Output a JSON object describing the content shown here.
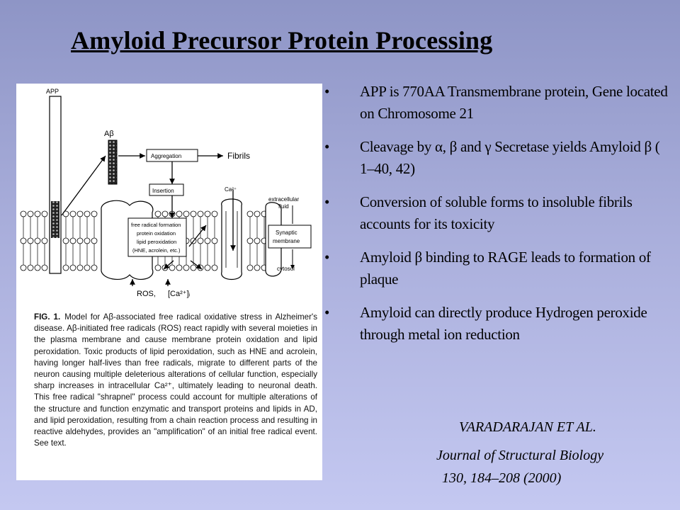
{
  "slide": {
    "title": "Amyloid Precursor Protein Processing",
    "bullets": [
      "APP is 770AA Transmembrane protein, Gene located on Chromosome 21",
      "Cleavage by  α,  β and γ Secretase yields Amyloid β  ( 1–40, 42)",
      "Conversion of soluble forms to insoluble fibrils accounts for its toxicity",
      "Amyloid β binding to RAGE leads to formation of plaque",
      "Amyloid can directly produce Hydrogen peroxide through metal ion reduction"
    ],
    "bullet_glyph": "•",
    "citation": {
      "authors": "VARADARAJAN ET AL.",
      "journal": "Journal of Structural Biology",
      "volume": "130, 184–208 (2000)"
    }
  },
  "figure": {
    "labels": {
      "app": "APP",
      "abeta": "Aβ",
      "aggregation": "Aggregation",
      "fibrils": "Fibrils",
      "insertion": "Insertion",
      "ca": "Ca²⁺",
      "extracellular": "extracellular",
      "fluid": "fluid",
      "synaptic": "Synaptic",
      "membrane": "membrane",
      "cytosol": "cytosol",
      "radical_1": "free radical formation",
      "radical_2": "protein oxidation",
      "radical_3": "lipid peroxidation",
      "radical_4": "(HNE, acrolein, etc.)",
      "ros": "ROS,",
      "ca_i": "[Ca²⁺]ᵢ"
    },
    "caption_label": "FIG. 1.",
    "caption_text": "Model for Aβ-associated free radical oxidative stress in Alzheimer's disease. Aβ-initiated free radicals (ROS) react rapidly with several moieties in the plasma membrane and cause membrane protein oxidation and lipid peroxidation. Toxic products of lipid peroxidation, such as HNE and acrolein, having longer half-lives than free radicals, migrate to different parts of the neuron causing multiple deleterious alterations of cellular function, especially sharp increases in intracellular Ca²⁺, ultimately leading to neuronal death. This free radical \"shrapnel\" process could account for multiple alterations of the structure and function enzymatic and transport proteins and lipids in AD, and lipid peroxidation, resulting from a chain reaction process and resulting in reactive aldehydes, provides an \"amplification\" of an initial free radical event. See text."
  },
  "colors": {
    "background_top": "#8e95c6",
    "background_bottom": "#c4c8f1"
  }
}
